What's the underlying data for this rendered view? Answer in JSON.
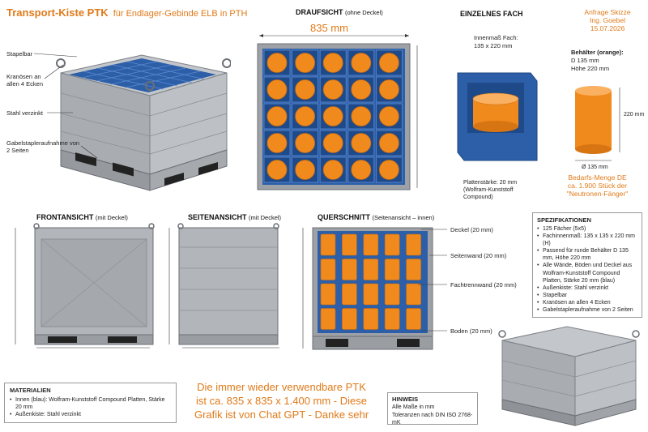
{
  "header": {
    "title": "Transport-Kiste PTK",
    "subtitle": "für Endlager-Gebinde ELB in PTH"
  },
  "iso_view": {
    "labels": [
      "Stapelbar",
      "Kranösen an allen 4 Ecken",
      "Stahl verzinkt",
      "Gabelstapleraufnahme von 2 Seiten"
    ]
  },
  "top_view": {
    "title": "DRAUFSICHT",
    "title_note": "(ohne Deckel)",
    "dimension": "835 mm"
  },
  "single_cell": {
    "title": "EINZELNES FACH",
    "inner_label": "Innenmaß Fach:",
    "inner_value": "135 x 220 mm",
    "wall_label": "Plattenstärke: 20 mm (Wolfram-Kunststoff Compound)"
  },
  "request": {
    "line1": "Anfrage Skizze",
    "line2": "Ing. Goebel",
    "line3": "15.07.2026"
  },
  "container": {
    "title": "Behälter (orange):",
    "diameter": "D 135 mm",
    "height": "Höhe 220 mm",
    "dim_height": "220 mm",
    "dim_diameter": "Ø 135 mm"
  },
  "demand": {
    "line1": "Bedarfs-Menge DE",
    "line2": "ca. 1.900 Stück der",
    "line3": "\"Neutronen-Fänger\""
  },
  "front_view": {
    "title": "FRONTANSICHT",
    "note": "(mit Deckel)"
  },
  "side_view": {
    "title": "SEITENANSICHT",
    "note": "(mit Deckel)"
  },
  "section_view": {
    "title": "QUERSCHNITT",
    "note": "(Seitenansicht – innen)",
    "labels": [
      "Deckel (20 mm)",
      "Seitenwand (20 mm)",
      "Fachtrennwand (20 mm)",
      "Boden (20 mm)"
    ]
  },
  "specs": {
    "title": "SPEZIFIKATIONEN",
    "items": [
      "125 Fächer (5x5)",
      "Fachinnenmaß: 135 x 135 x 220 mm (H)",
      "Passend für runde Behälter D 135 mm, Höhe 220 mm",
      "Alle Wände, Böden und Deckel aus Wolfram-Kunststoff Compound Platten, Stärke 20 mm (blau)",
      "Außenkiste: Stahl verzinkt",
      "Stapelbar",
      "Kranösen an allen 4 Ecken",
      "Gabelstapleraufnahme von 2 Seiten"
    ]
  },
  "materials": {
    "title": "MATERIALIEN",
    "items": [
      "Innen (blau): Wolfram-Kunststoff Compound Platten, Stärke 20 mm",
      "Außenkiste: Stahl verzinkt"
    ]
  },
  "note": {
    "line1": "Die immer wieder verwendbare PTK",
    "line2": "ist ca. 835 x 835 x 1.400 mm - Diese",
    "line3": "Grafik ist von Chat GPT - Danke sehr"
  },
  "hint": {
    "title": "HINWEIS",
    "line1": "Alle Maße in mm",
    "line2": "Toleranzen nach DIN ISO 2768-mK"
  },
  "colors": {
    "accent": "#e07a1a",
    "blue": "#2c5fa8",
    "steel": "#a9adb2",
    "orange_fill": "#f08a1c"
  }
}
